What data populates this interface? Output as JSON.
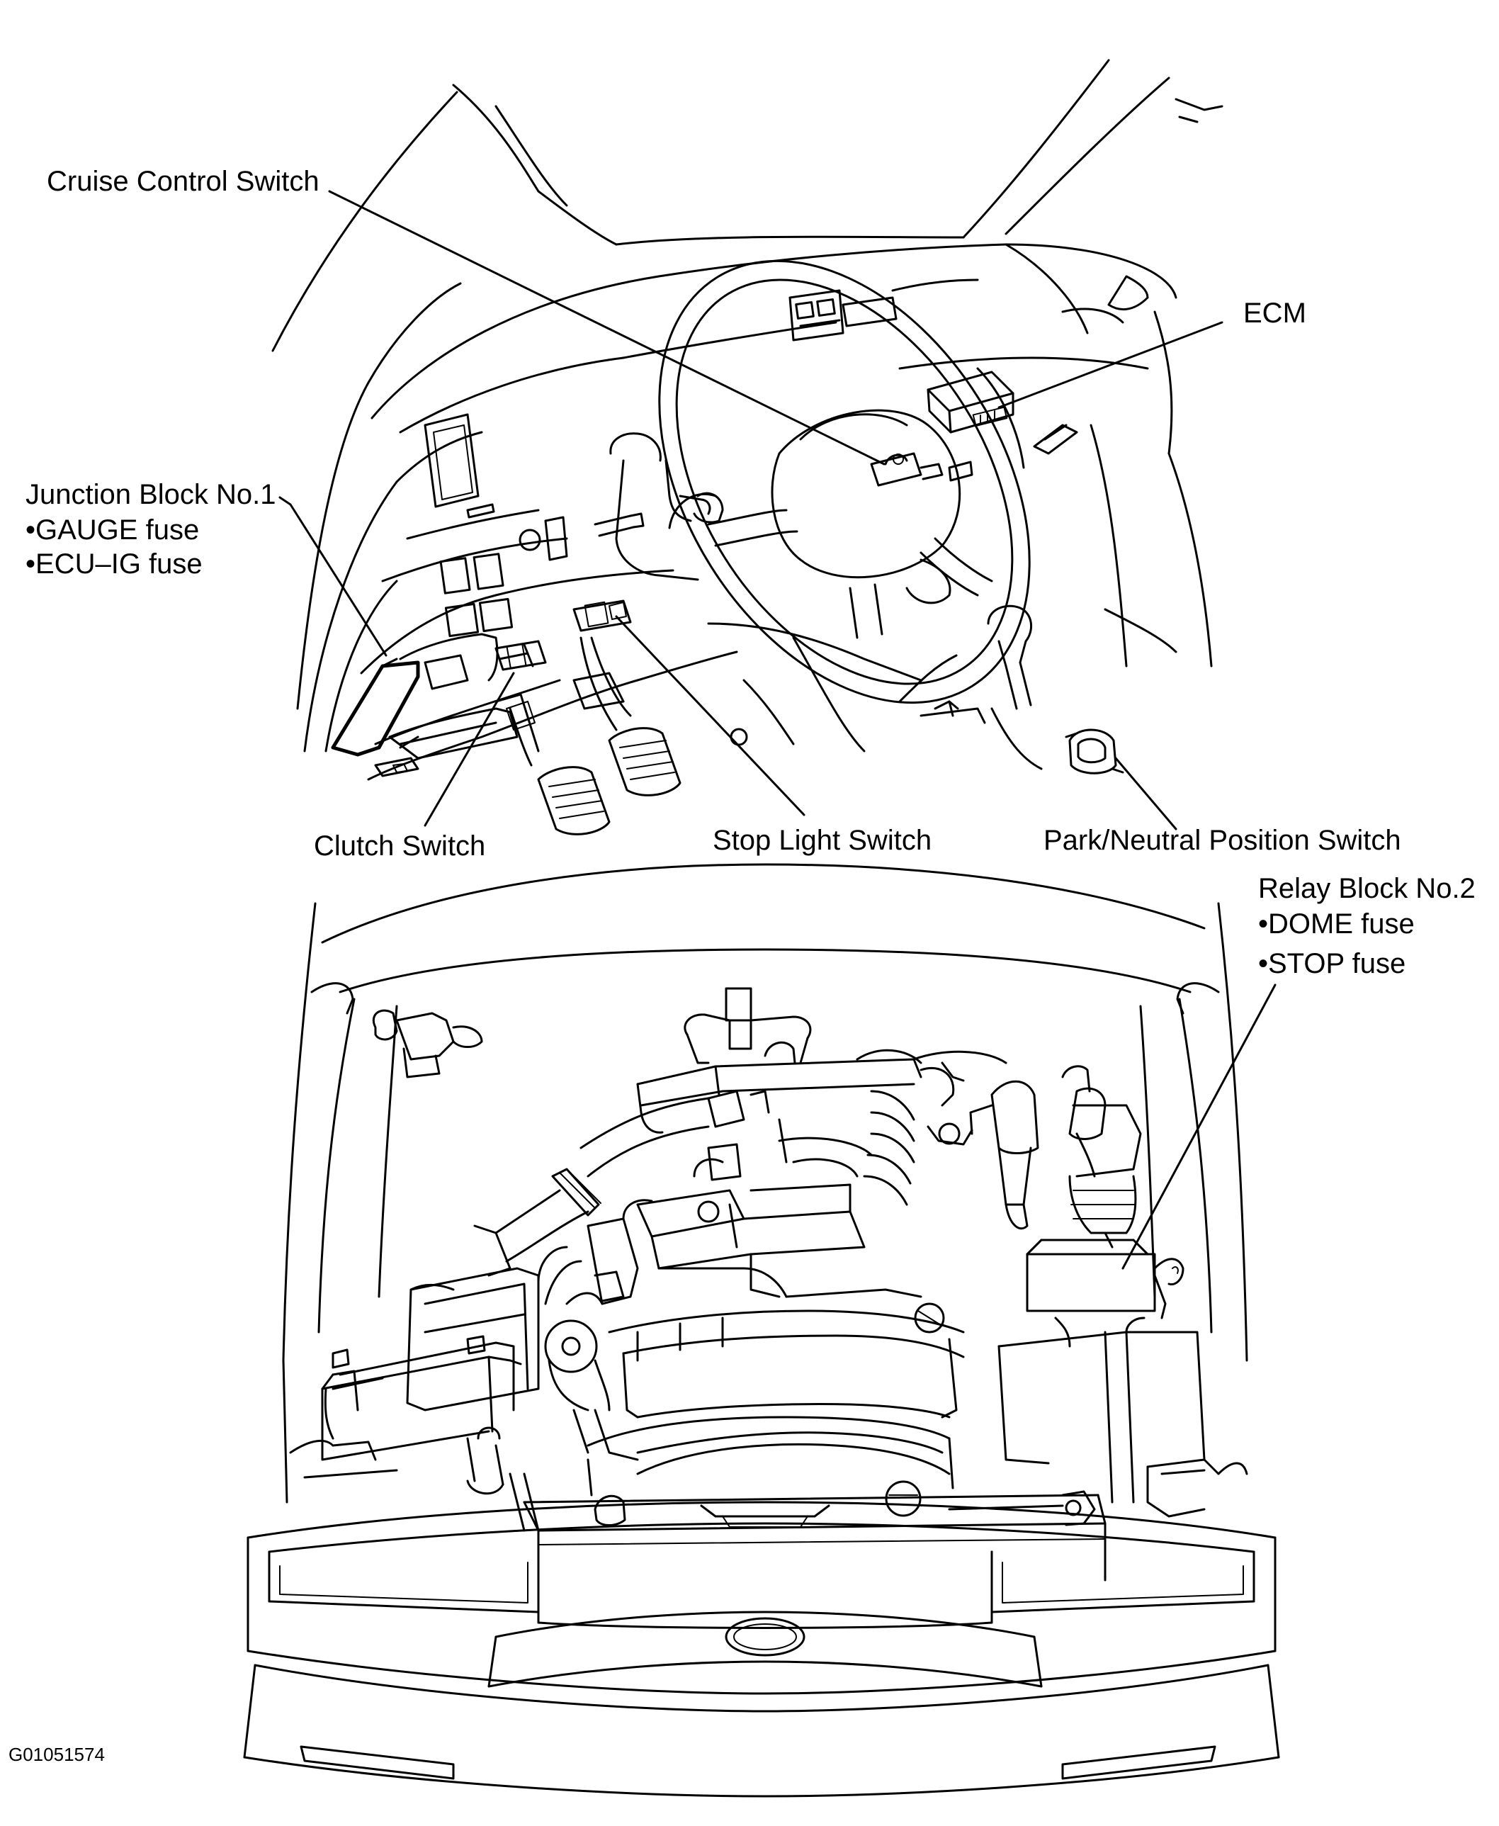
{
  "labels": {
    "cruise_control_switch": "Cruise Control Switch",
    "ecm": "ECM",
    "junction_block_title": "Junction Block No.1",
    "junction_block_fuse_1": "•GAUGE fuse",
    "junction_block_fuse_2": "•ECU–IG fuse",
    "clutch_switch": "Clutch Switch",
    "stop_light_switch": "Stop Light Switch",
    "park_neutral_switch": "Park/Neutral Position Switch",
    "relay_block_title": "Relay Block No.2",
    "relay_block_fuse_1": "•DOME fuse",
    "relay_block_fuse_2": "•STOP fuse"
  },
  "figure_code": "G01051574",
  "colors": {
    "line": "#000000",
    "background": "#ffffff"
  }
}
